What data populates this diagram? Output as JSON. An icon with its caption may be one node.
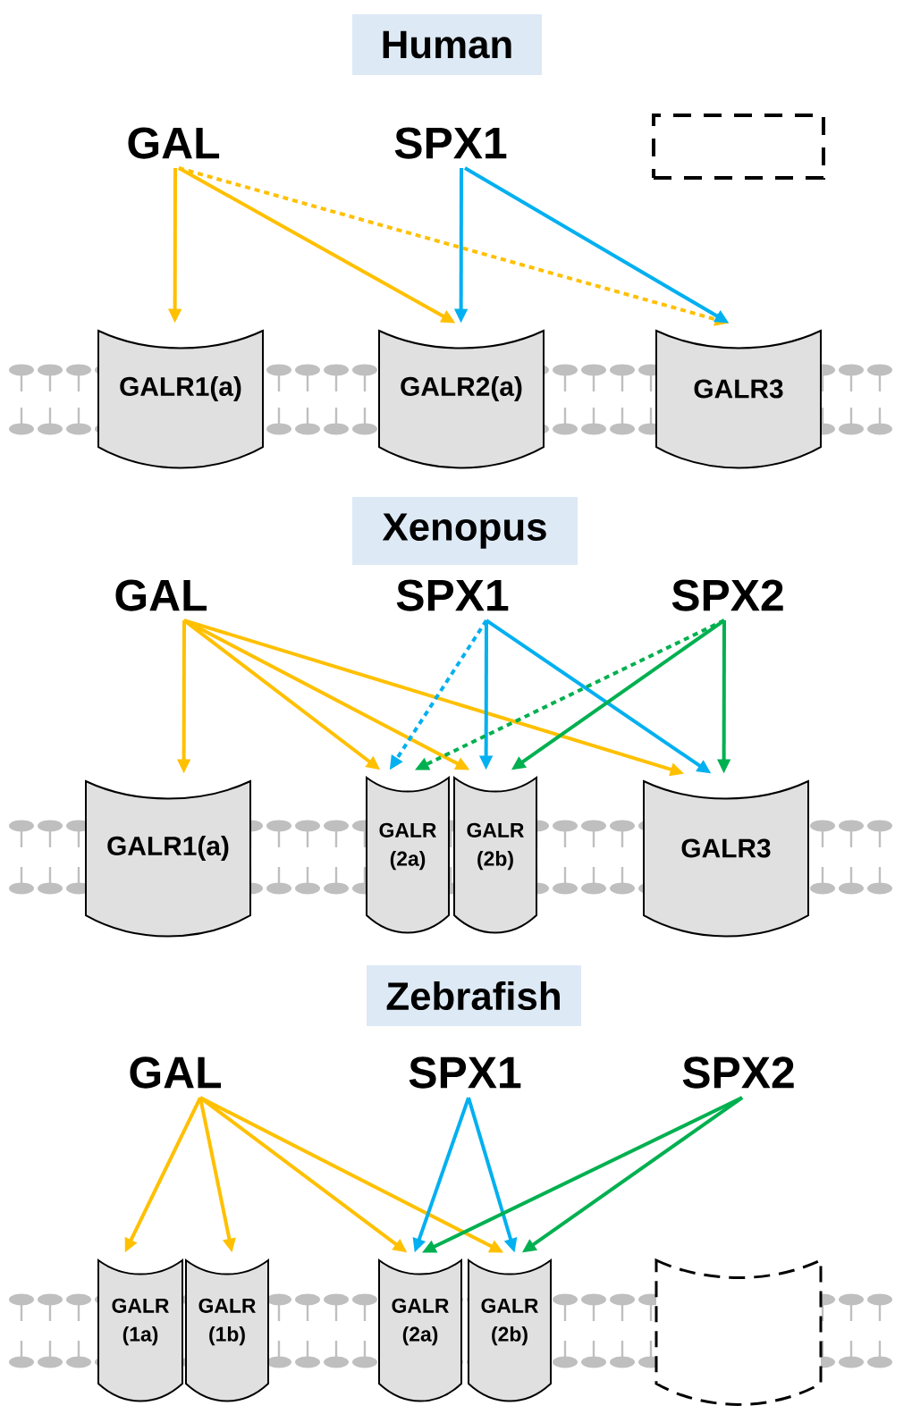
{
  "diagram": {
    "nodes": [
      {
        "text": [
          "Human"
        ]
      },
      {
        "text": [
          "GAL"
        ]
      },
      {
        "text": [
          "SPX1"
        ]
      },
      {
        "text": [],
        "shape": "box"
      },
      {
        "text": [
          "GALR1(a)"
        ]
      },
      {
        "text": [
          "GALR2(a)"
        ]
      },
      {
        "text": [
          "GALR3"
        ]
      },
      {
        "text": [
          "Xenopus"
        ]
      },
      {
        "text": [
          "GAL"
        ]
      },
      {
        "text": [
          "SPX1"
        ]
      },
      {
        "text": [
          "SPX2"
        ]
      },
      {
        "text": [
          "GALR1(a)"
        ]
      },
      {
        "text": [
          "GALR (2a)"
        ]
      },
      {
        "text": [
          "GALR (2b)"
        ]
      },
      {
        "text": [
          "GALR3"
        ]
      },
      {
        "text": [
          "Zebrafish"
        ]
      },
      {
        "text": [
          "GAL"
        ]
      },
      {
        "text": [
          "SPX1"
        ]
      },
      {
        "text": [
          "SPX2"
        ]
      },
      {
        "text": [
          "GALR (1a)"
        ]
      },
      {
        "text": [
          "GALR (1b)"
        ]
      },
      {
        "text": [
          "GALR (2a)"
        ]
      },
      {
        "text": [
          "GALR (2b)"
        ]
      },
      {
        "text": [],
        "shape": "cylinder"
      }
    ],
    "edges": [
      {
        "from": 1,
        "to": 4,
        "arrow": "to"
      },
      {
        "from": 1,
        "to": 5,
        "arrow": "to"
      },
      {
        "from": 1,
        "to": 6,
        "arrow": "to",
        "style": "dashed"
      },
      {
        "from": 2,
        "to": 5,
        "arrow": "to",
        "color": "#00b0f0"
      },
      {
        "from": 2,
        "to": 6,
        "arrow": "to",
        "color": "#00b0f0"
      },
      {
        "from": 8,
        "to": 11,
        "arrow": "to"
      },
      {
        "from": 8,
        "to": 12,
        "arrow": "to"
      },
      {
        "from": 8,
        "to": 13,
        "arrow": "to"
      },
      {
        "from": 8,
        "to": 14,
        "arrow": "to"
      },
      {
        "from": 9,
        "to": 12,
        "arrow": "to",
        "style": "dashed",
        "color": "#00b0f0"
      },
      {
        "from": 9,
        "to": 13,
        "arrow": "to",
        "color": "#00b0f0"
      },
      {
        "from": 9,
        "to": 14,
        "arrow": "to",
        "color": "#00b0f0"
      },
      {
        "from": 10,
        "to": 12,
        "arrow": "to",
        "style": "dashed",
        "color": "#00b050"
      },
      {
        "from": 10,
        "to": 13,
        "arrow": "to",
        "color": "#00b050"
      },
      {
        "from": 10,
        "to": 14,
        "arrow": "to",
        "color": "#00b050"
      },
      {
        "from": 16,
        "to": 19,
        "arrow": "to"
      },
      {
        "from": 16,
        "to": 20,
        "arrow": "to"
      },
      {
        "from": 16,
        "to": 21,
        "arrow": "to"
      },
      {
        "from": 16,
        "to": 22,
        "arrow": "to"
      },
      {
        "from": 17,
        "to": 21,
        "arrow": "to",
        "color": "#00b0f0"
      },
      {
        "from": 17,
        "to": 22,
        "arrow": "to",
        "color": "#00b0f0"
      },
      {
        "from": 18,
        "to": 21,
        "arrow": "to",
        "color": "#00b050"
      },
      {
        "from": 18,
        "to": 22,
        "arrow": "to",
        "color": "#00b050"
      }
    ]
  }
}
